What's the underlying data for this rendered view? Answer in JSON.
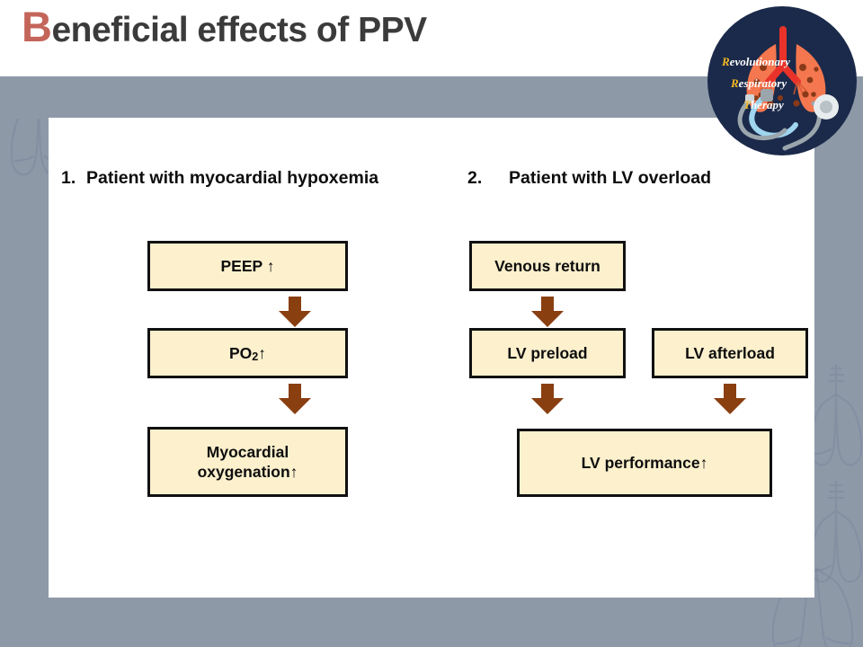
{
  "slide": {
    "title_cap": "B",
    "title_rest": "eneficial effects of PPV",
    "title_full": "Beneficial effects of PPV",
    "background_color": "#8e99a8",
    "card_color": "#ffffff",
    "accent_color": "#c4655a"
  },
  "logo": {
    "line1": "Revolutionary",
    "line2": "Respiratory",
    "line3": "Therapy",
    "line1_cap": "R",
    "line1_rest": "evolutionary",
    "line2_cap": "R",
    "line2_rest": "espiratory",
    "line3_cap": "T",
    "line3_rest": "herapy",
    "circle_color": "#1b2a4a",
    "lung_color": "#f4774f",
    "trachea_color": "#e8322a",
    "accent_color": "#f2b61f"
  },
  "columns": [
    {
      "number": "1.",
      "heading": "Patient with myocardial hypoxemia",
      "boxes": [
        {
          "label": "PEEP ↑",
          "html": "PEEP ↑"
        },
        {
          "label": "PO2 ↑",
          "html": "PO<sub>2</sub> ↑"
        },
        {
          "label": "Myocardial oxygenation↑",
          "html": "Myocardial<br>oxygenation↑"
        }
      ]
    },
    {
      "number": "2.",
      "heading": "Patient with LV overload",
      "boxes": [
        {
          "label": "Venous return",
          "html": "Venous return"
        },
        {
          "label": "LV preload",
          "html": "LV preload"
        },
        {
          "label": "LV afterload",
          "html": "LV afterload"
        },
        {
          "label": "LV performance↑",
          "html": "LV performance↑"
        }
      ]
    }
  ],
  "style_values": {
    "box_fill": "#FCF0CD",
    "box_border": "#111111",
    "arrow_color": "#8a3f11",
    "text_color": "#0d0d0d"
  }
}
